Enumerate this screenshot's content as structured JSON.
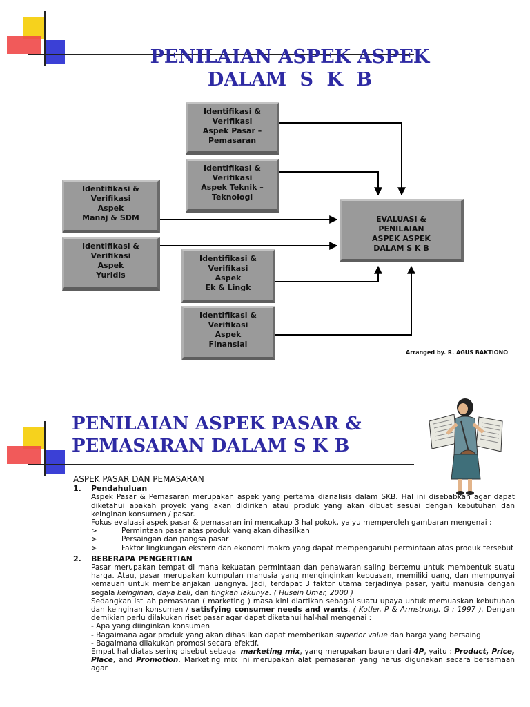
{
  "slide1": {
    "title_line1": "PENILAIAN ASPEK ASPEK",
    "title_line2": "DALAM    S K B",
    "boxes": {
      "pasar": "Identifikasi &\nVerifikasi\nAspek Pasar –\nPemasaran",
      "teknik": "Identifikasi &\nVerifikasi\nAspek Teknik –\nTeknologi",
      "manaj": "Identifikasi &\nVerifikasi\nAspek\nManaj & SDM",
      "yuridis": "Identifikasi &\nVerifikasi\nAspek\nYuridis",
      "ek": "Identifikasi &\nVerifikasi\nAspek\nEk & Lingk",
      "finansial": "Identifikasi &\nVerifikasi\nAspek\nFinansial",
      "evaluasi": "EVALUASI &\nPENILAIAN\nASPEK ASPEK\nDALAM  S K B"
    },
    "credit": "Arranged by. R. AGUS BAKTIONO"
  },
  "slide2": {
    "title_line1": "PENILAIAN ASPEK PASAR &",
    "title_line2": "PEMASARAN DALAM  S K B",
    "heading": "ASPEK PASAR DAN PEMASARAN",
    "sec1_num": "1.",
    "sec1_title": "Pendahuluan",
    "sec1_p1": "Aspek Pasar &  Pemasaran  merupakan  aspek yang pertama  dianalisis dalam SKB.  Hal ini  disebabkan agar  dapat diketahui apakah proyek yang akan didirikan atau produk yang akan dibuat sesuai dengan kebutuhan dan keinginan konsumen / pasar.",
    "sec1_p2": "Fokus evaluasi aspek pasar & pemasaran ini mencakup 3 hal pokok, yaiyu memperoleh gambaran mengenai :",
    "bullet_marker": ">",
    "sec1_bullets": [
      "Permintaan pasar atas produk yang akan dihasilkan",
      "Persaingan dan pangsa pasar",
      "Faktor lingkungan ekstern dan ekonomi makro yang dapat mempengaruhi permintaan atas produk tersebut"
    ],
    "sec2_num": "2.",
    "sec2_title": "BEBERAPA PENGERTIAN",
    "sec2_p1a": "Pasar merupakan tempat di mana kekuatan permintaan dan penawaran saling bertemu untuk membentuk suatu harga. Atau, pasar merupakan kumpulan manusia yang menginginkan kepuasan, memiliki uang, dan mempunyai kemauan untuk membelanjakan uangnya.  Jadi, terdapat 3 faktor utama terjadinya pasar, yaitu manusia dengan segala ",
    "sec2_p1b": "keinginan, daya beli",
    "sec2_p1c": ", dan ",
    "sec2_p1d": "tingkah lakunya",
    "sec2_p1e": ". ( Husein Umar, 2000 )",
    "sec2_p2a": "Sedangkan istilah pemasaran ( marketing ) masa kini diartikan sebagai suatu upaya untuk memuaskan  kebutuhan dan keinginan konsumen / ",
    "sec2_p2b": "satisfying consumer needs and wants",
    "sec2_p2c": ".  ",
    "sec2_p2d": "( Kotler, P & Armstrong, G : 1997 ).",
    "sec2_p2e": " Dengan demikian perlu dilakukan riset pasar agar dapat diketahui hal-hal mengenai :",
    "sec2_d1": "- Apa yang diinginkan konsumen",
    "sec2_d2a": "- Bagaimana agar produk yang akan dihasilkan dapat memberikan ",
    "sec2_d2b": "superior value",
    "sec2_d2c": " dan harga yang bersaing",
    "sec2_d3": "- Bagaimana dilakukan promosi secara efektif.",
    "sec2_p3a": "Empat hal diatas sering disebut sebagai ",
    "sec2_p3b": "marketing mix",
    "sec2_p3c": ", yang merupakan bauran dari ",
    "sec2_p3d": "4P",
    "sec2_p3e": ", yaitu : ",
    "sec2_p3f": "Product, Price, Place",
    "sec2_p3g": ", and ",
    "sec2_p3h": "Promotion",
    "sec2_p3i": ". Marketing mix ini merupakan alat pemasaran yang harus digunakan secara bersamaan agar"
  }
}
